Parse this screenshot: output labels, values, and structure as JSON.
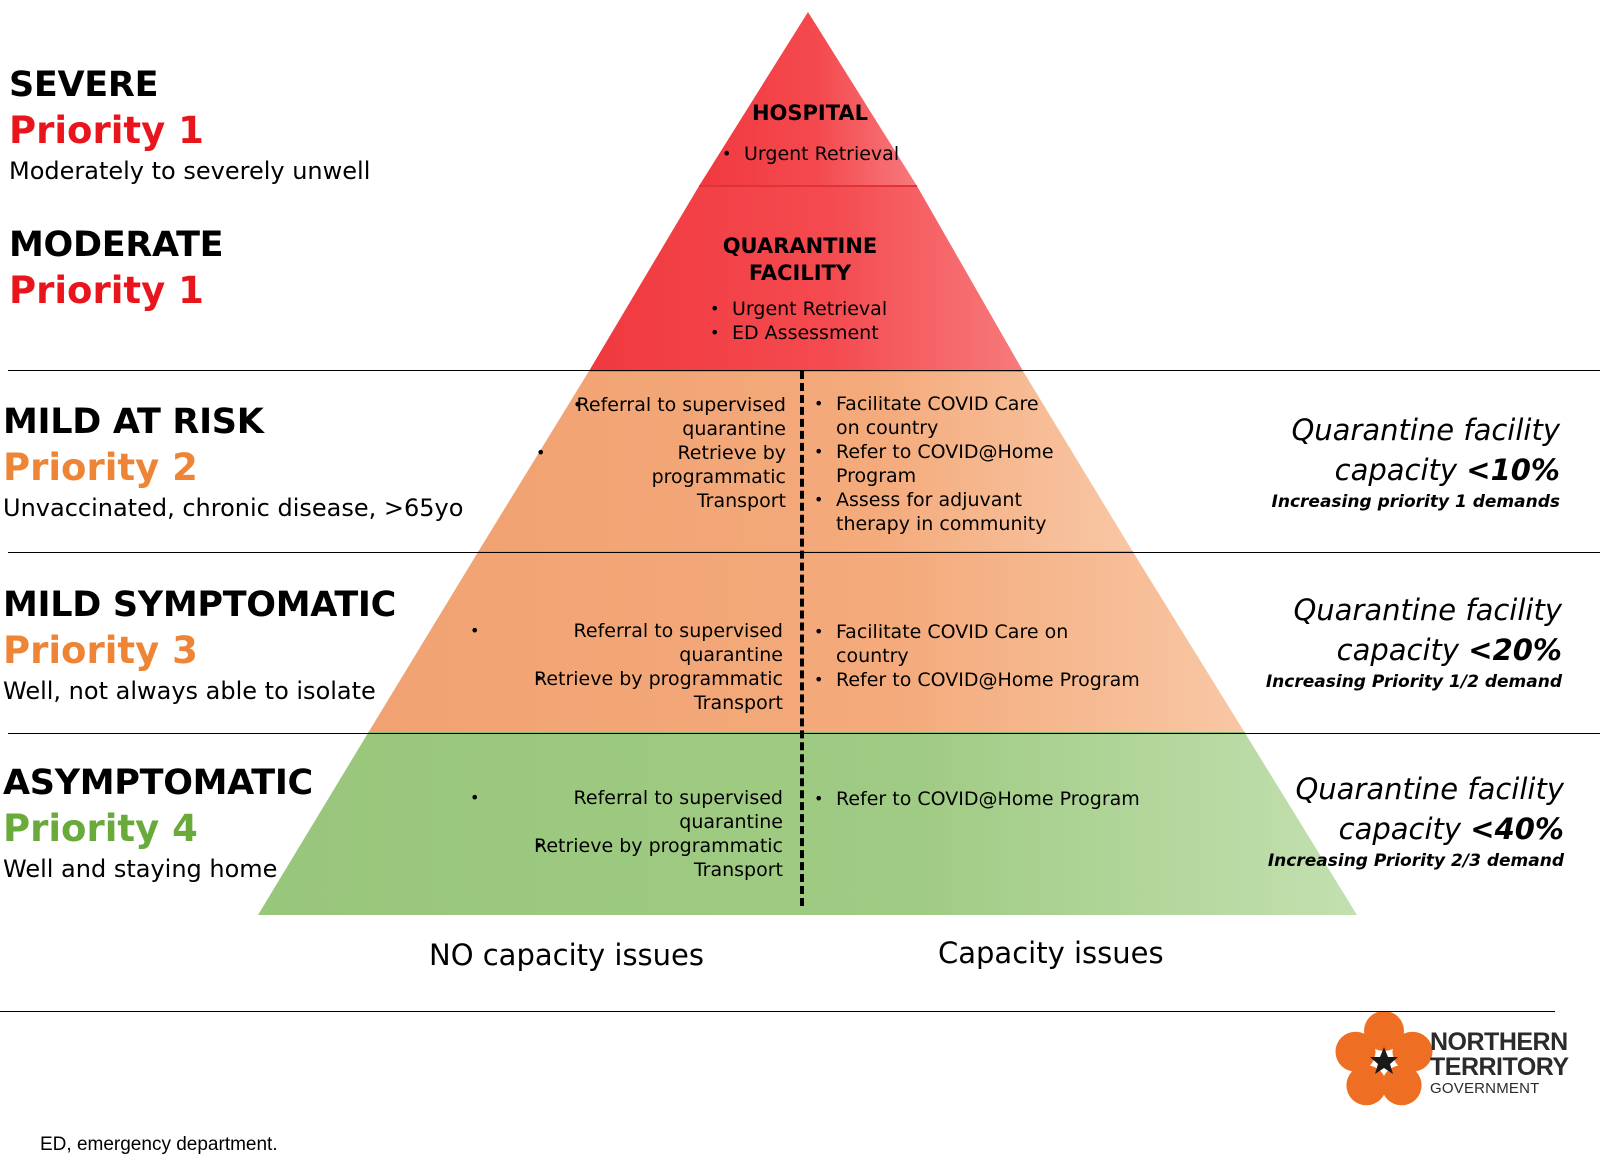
{
  "colors": {
    "severe_fill": "#f2464b",
    "moderate_fill": "#f2464b",
    "mild_fill": "#f4ab7d",
    "asym_fill": "#9fcb83",
    "priority_red": "#e8161c",
    "priority_orange": "#ee8536",
    "priority_green": "#6aaa3a",
    "logo_orange": "#ee6e23"
  },
  "levels": [
    {
      "name": "SEVERE",
      "priority": "Priority 1",
      "description": "Moderately to severely unwell",
      "priority_color": "#e8161c"
    },
    {
      "name": "MODERATE",
      "priority": "Priority 1",
      "description": "",
      "priority_color": "#e8161c"
    },
    {
      "name": "MILD AT RISK",
      "priority": "Priority 2",
      "description": "Unvaccinated, chronic disease, >65yo",
      "priority_color": "#ee8536"
    },
    {
      "name": "MILD SYMPTOMATIC",
      "priority": "Priority 3",
      "description": "Well, not always able to isolate",
      "priority_color": "#ee8536"
    },
    {
      "name": "ASYMPTOMATIC",
      "priority": "Priority 4",
      "description": "Well and staying home",
      "priority_color": "#6aaa3a"
    }
  ],
  "tiers": {
    "hospital": {
      "title": "HOSPITAL",
      "items": [
        "Urgent Retrieval"
      ]
    },
    "quarantine": {
      "title_line1": "QUARANTINE",
      "title_line2": "FACILITY",
      "items": [
        "Urgent Retrieval",
        "ED Assessment"
      ]
    },
    "mild_at_risk": {
      "no_capacity": [
        "Referral to supervised quarantine",
        "Retrieve by programmatic Transport"
      ],
      "no_capacity_lines": [
        [
          "Referral to supervised",
          "quarantine"
        ],
        [
          "Retrieve by programmatic",
          "Transport"
        ]
      ],
      "capacity_lines": [
        [
          "Facilitate COVID Care",
          "on country"
        ],
        [
          "Refer to COVID@Home",
          "Program"
        ],
        [
          "Assess for adjuvant",
          "therapy in community"
        ]
      ]
    },
    "mild_symptomatic": {
      "no_capacity_lines": [
        [
          "Referral to supervised quarantine"
        ],
        [
          "Retrieve by programmatic",
          "Transport"
        ]
      ],
      "capacity_lines": [
        [
          "Facilitate COVID Care on country"
        ],
        [
          "Refer to COVID@Home Program"
        ]
      ]
    },
    "asymptomatic": {
      "no_capacity_lines": [
        [
          "Referral to supervised quarantine"
        ],
        [
          "Retrieve by programmatic",
          "Transport"
        ]
      ],
      "capacity_lines": [
        [
          "Refer to COVID@Home Program"
        ]
      ]
    }
  },
  "capacity_notes": [
    {
      "line1": "Quarantine facility",
      "prefix": "capacity ",
      "threshold": "<10%",
      "note": "Increasing priority 1 demands"
    },
    {
      "line1": "Quarantine facility",
      "prefix": "capacity ",
      "threshold": "<20%",
      "note": "Increasing Priority 1/2 demand"
    },
    {
      "line1": "Quarantine facility",
      "prefix": "capacity ",
      "threshold": "<40%",
      "note": "Increasing Priority 2/3 demand"
    }
  ],
  "axis": {
    "left": "NO capacity issues",
    "right": "Capacity issues"
  },
  "logo": {
    "line1": "NORTHERN",
    "line2": "TERRITORY",
    "line3": "GOVERNMENT"
  },
  "footnote": "ED, emergency department."
}
